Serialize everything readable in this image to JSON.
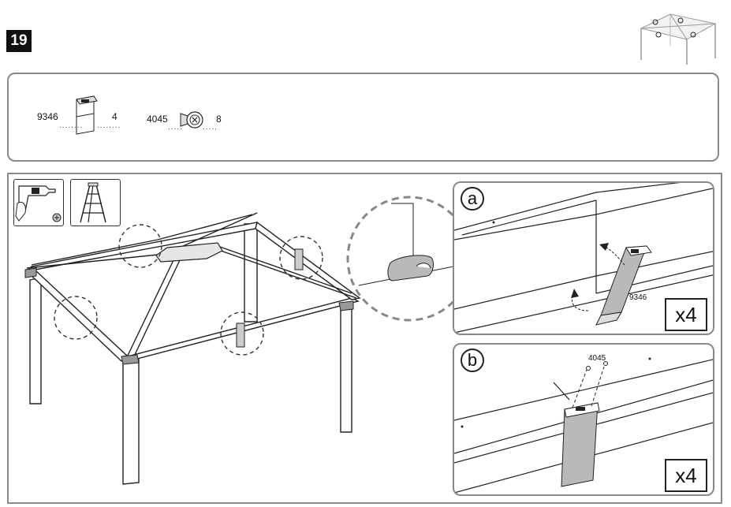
{
  "step": {
    "number": "19"
  },
  "parts": [
    {
      "code": "9346",
      "qty": "4",
      "icon": "bracket-plate-icon"
    },
    {
      "code": "4045",
      "qty": "8",
      "icon": "screw-icon"
    }
  ],
  "tools": [
    {
      "icon": "power-drill-icon"
    },
    {
      "icon": "step-ladder-icon"
    }
  ],
  "details": [
    {
      "letter": "a",
      "part_label": "9346",
      "multiplier": "x4"
    },
    {
      "letter": "b",
      "part_label": "4045",
      "multiplier": "x4"
    }
  ],
  "colors": {
    "panel_border": "#8a8a8a",
    "part_fill": "#b9b9b9",
    "line": "#222222"
  }
}
